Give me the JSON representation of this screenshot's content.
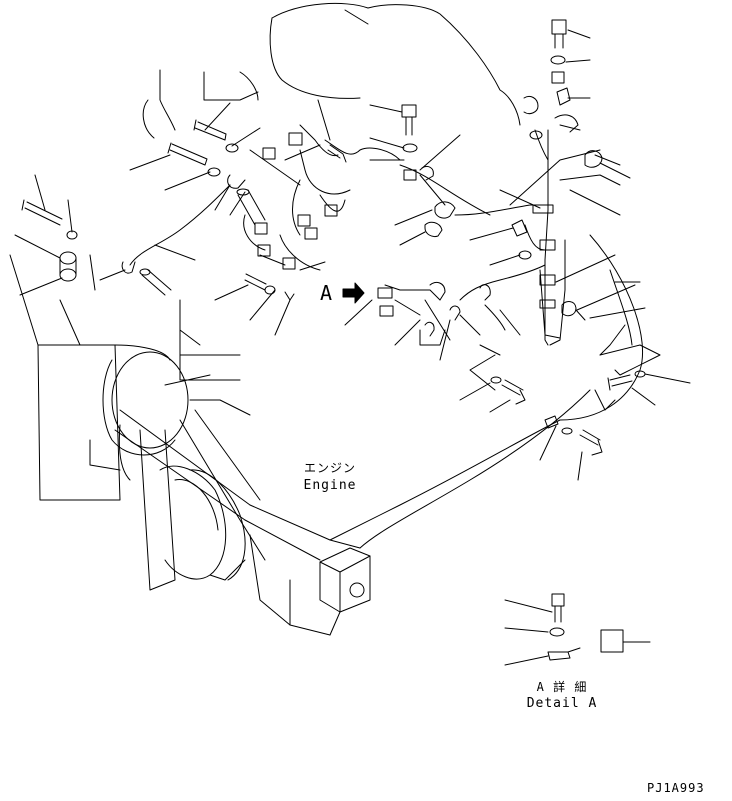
{
  "labels": {
    "engine_jp": "エンジン",
    "engine_en": "Engine",
    "view_arrow": "A",
    "detail_jp": "A 詳 細",
    "detail_en": "Detail A",
    "drawing_code": "PJ1A993"
  },
  "colors": {
    "line": "#000000",
    "background": "#ffffff"
  }
}
